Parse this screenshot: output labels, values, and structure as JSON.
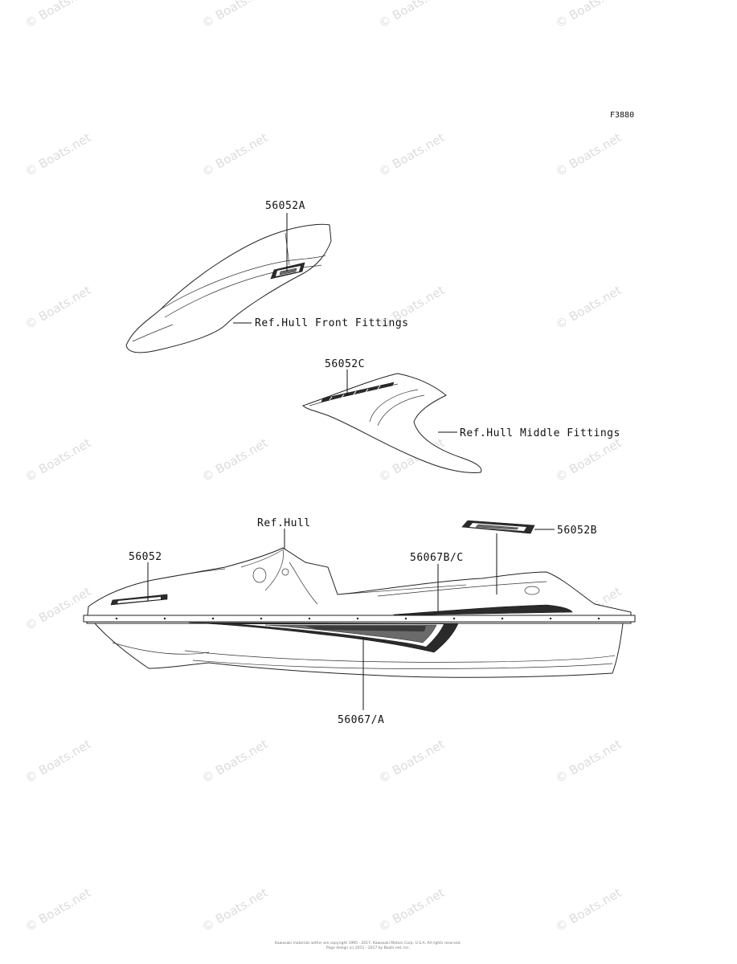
{
  "figure_code": "F3880",
  "watermark": "© Boats.net",
  "callouts": {
    "part_56052A": "56052A",
    "ref_front": "Ref.Hull Front Fittings",
    "part_56052C": "56052C",
    "ref_middle": "Ref.Hull Middle Fittings",
    "ref_hull": "Ref.Hull",
    "part_56052B": "56052B",
    "part_56052": "56052",
    "part_56067BC": "56067B/C",
    "part_56067A": "56067/A"
  },
  "copyright_line1": "Kawasaki materials within are copyright 1995 - 2017, Kawasaki Motors Corp. U.S.A. All rights reserved.",
  "copyright_line2": "Page design (c) 2011 - 2017 by Boats.net, Inc."
}
